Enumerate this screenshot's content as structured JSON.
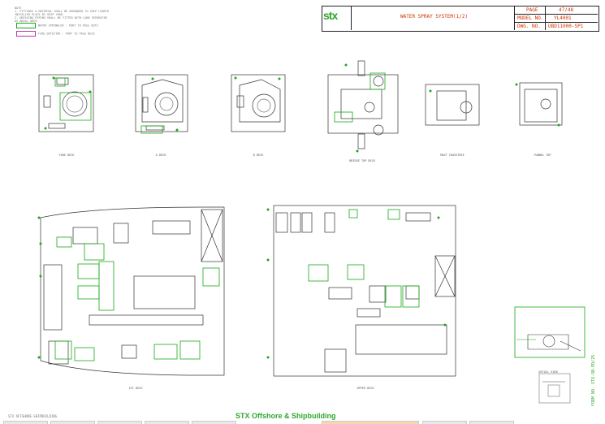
{
  "notes": {
    "header": "NOTE",
    "lines": [
      "1. FITTINGS & MATERIAL SHALL BE ARRANGED TO SHIP LENGTH",
      "   INSTALLED PLACE BY SHIP YARD.",
      "2. DRESSING PIPING SHALL BE FITTED WITH LONG SEPARATOR",
      "   AS NAVAL ARCH."
    ],
    "legend": [
      {
        "label": "WATER SPRINKLER",
        "desc": ": PORT TO PASS OUTS"
      },
      {
        "label": "FIRE DETECTOR",
        "desc": ": PORT TO PASS DECK"
      }
    ]
  },
  "title_block": {
    "logo": "stx",
    "drawing_title": "WATER SPRAY SYSTEM(1/2)",
    "page_label": "PAGE",
    "page_value": "47/48",
    "model_label": "MODEL NO.",
    "model_value": "YL4001",
    "dwg_label": "DWG. NO.",
    "dwg_value": "UBD11000-SP1"
  },
  "views": {
    "v1": "FORE DECK",
    "v2": "A DECK",
    "v3": "B DECK",
    "v4": "BRIDGE TOP DECK",
    "v5": "MAST CROSSTREE",
    "v6": "FUNNEL TOP",
    "v7": "1ST DECK",
    "v8": "UPPER DECK",
    "detail": "DETAIL VIEW"
  },
  "footer": {
    "left": "STX OFFSHORE-SHIPBUILDING",
    "center": "STX Offshore & Shipbuilding",
    "side": "FORM NO.    STX-SB-PD/25"
  },
  "colors": {
    "accent_green": "#2fa82f",
    "title_red": "#cc3300",
    "line_dark": "#333333"
  }
}
